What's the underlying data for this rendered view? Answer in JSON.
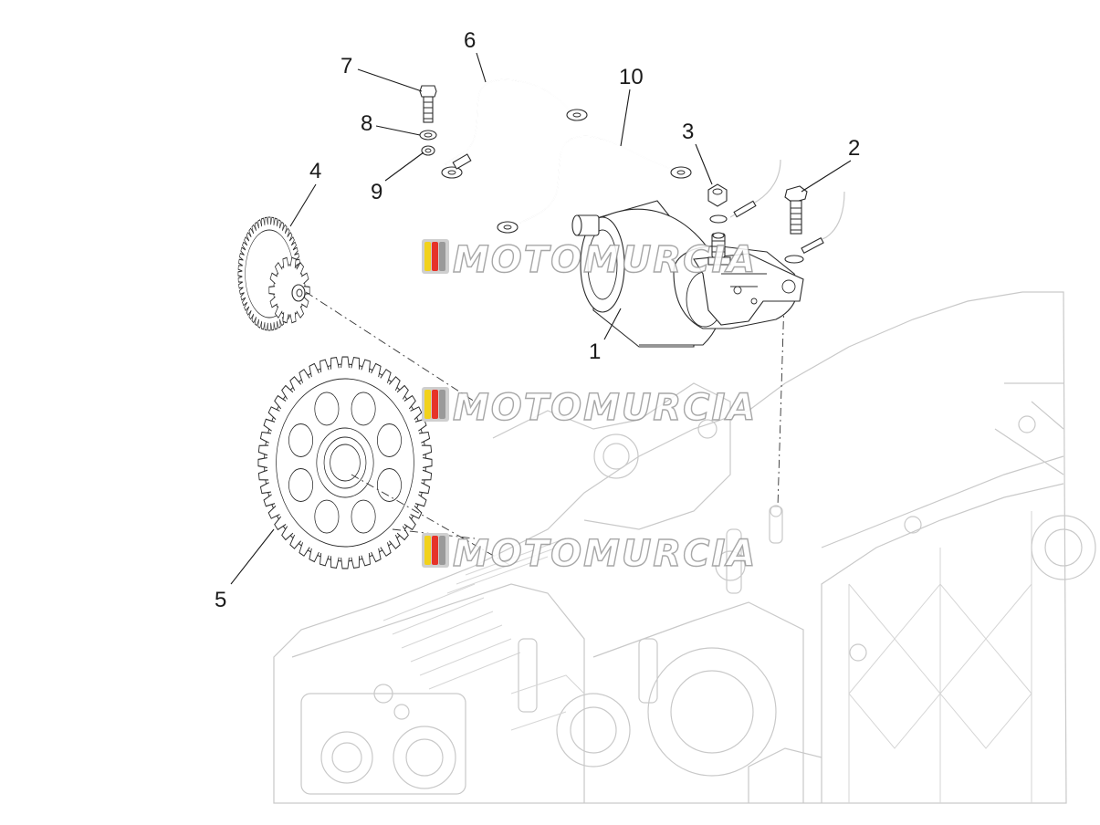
{
  "diagram": {
    "callouts": [
      {
        "id": "1",
        "label": "1"
      },
      {
        "id": "2",
        "label": "2"
      },
      {
        "id": "3",
        "label": "3"
      },
      {
        "id": "4",
        "label": "4"
      },
      {
        "id": "5",
        "label": "5"
      },
      {
        "id": "6",
        "label": "6"
      },
      {
        "id": "7",
        "label": "7"
      },
      {
        "id": "8",
        "label": "8"
      },
      {
        "id": "9",
        "label": "9"
      },
      {
        "id": "10",
        "label": "10"
      }
    ]
  },
  "watermark": {
    "text": "MOTOMURCIA",
    "stripe_colors": [
      "#f2d21b",
      "#e63329",
      "#9a9a9a"
    ],
    "stripe_background": "#cfcfcf",
    "text_outline": "#8a8a8a"
  },
  "colors": {
    "line_art": "#2b2b2b",
    "faint_line_art": "#c9c9c9",
    "background": "#ffffff"
  }
}
